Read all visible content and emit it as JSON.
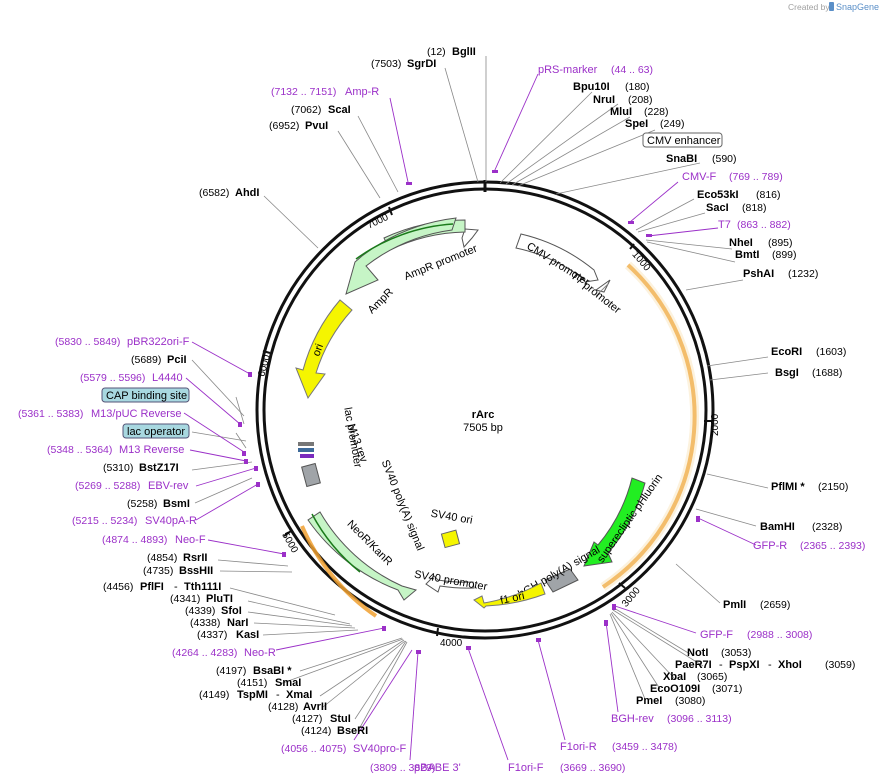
{
  "header": {
    "created_by": "Created by",
    "brand": "SnapGene"
  },
  "plasmid": {
    "name": "rArc",
    "length_label": "7505 bp"
  },
  "ticks": [
    "1000",
    "2000",
    "3000",
    "4000",
    "5000",
    "6000",
    "7000"
  ],
  "sites": [
    {
      "name": "BglII",
      "pos": "(12)"
    },
    {
      "name": "SgrDI",
      "pos": "(7503)"
    },
    {
      "name": "ScaI",
      "pos": "(7062)"
    },
    {
      "name": "PvuI",
      "pos": "(6952)"
    },
    {
      "name": "AhdI",
      "pos": "(6582)"
    },
    {
      "name": "Bpu10I",
      "pos": "(180)"
    },
    {
      "name": "NruI",
      "pos": "(208)"
    },
    {
      "name": "MluI",
      "pos": "(228)"
    },
    {
      "name": "SpeI",
      "pos": "(249)"
    },
    {
      "name": "SnaBI",
      "pos": "(590)"
    },
    {
      "name": "Eco53kI",
      "pos": "(816)"
    },
    {
      "name": "SacI",
      "pos": "(818)"
    },
    {
      "name": "NheI",
      "pos": "(895)"
    },
    {
      "name": "BmtI",
      "pos": "(899)"
    },
    {
      "name": "PshAI",
      "pos": "(1232)"
    },
    {
      "name": "EcoRI",
      "pos": "(1603)"
    },
    {
      "name": "BsgI",
      "pos": "(1688)"
    },
    {
      "name": "PflMI *",
      "pos": "(2150)"
    },
    {
      "name": "BamHI",
      "pos": "(2328)"
    },
    {
      "name": "PmlI",
      "pos": "(2659)"
    },
    {
      "name": "NotI",
      "pos": "(3053)"
    },
    {
      "name": "PaeR7I",
      "pos": ""
    },
    {
      "name": "PspXI",
      "pos": ""
    },
    {
      "name": "XhoI",
      "pos": "(3059)"
    },
    {
      "name": "XbaI",
      "pos": "(3065)"
    },
    {
      "name": "EcoO109I",
      "pos": "(3071)"
    },
    {
      "name": "PmeI",
      "pos": "(3080)"
    },
    {
      "name": "PciI",
      "pos": "(5689)"
    },
    {
      "name": "BstZ17I",
      "pos": "(5310)"
    },
    {
      "name": "BsmI",
      "pos": "(5258)"
    },
    {
      "name": "RsrII",
      "pos": "(4854)"
    },
    {
      "name": "BssHII",
      "pos": "(4735)"
    },
    {
      "name": "PflFI",
      "pos": "(4456)"
    },
    {
      "name": "Tth111I",
      "pos": ""
    },
    {
      "name": "PluTI",
      "pos": "(4341)"
    },
    {
      "name": "SfoI",
      "pos": "(4339)"
    },
    {
      "name": "NarI",
      "pos": "(4338)"
    },
    {
      "name": "KasI",
      "pos": "(4337)"
    },
    {
      "name": "BsaBI *",
      "pos": "(4197)"
    },
    {
      "name": "SmaI",
      "pos": "(4151)"
    },
    {
      "name": "TspMI",
      "pos": "(4149)"
    },
    {
      "name": "XmaI",
      "pos": ""
    },
    {
      "name": "AvrII",
      "pos": "(4128)"
    },
    {
      "name": "StuI",
      "pos": "(4127)"
    },
    {
      "name": "BseRI",
      "pos": "(4124)"
    }
  ],
  "primers": [
    {
      "name": "pRS-marker",
      "pos": "(44 .. 63)"
    },
    {
      "name": "Amp-R",
      "pos": "(7132 .. 7151)"
    },
    {
      "name": "CMV-F",
      "pos": "(769 .. 789)"
    },
    {
      "name": "T7",
      "pos": "(863 .. 882)"
    },
    {
      "name": "GFP-R",
      "pos": "(2365 .. 2393)"
    },
    {
      "name": "GFP-F",
      "pos": "(2988 .. 3008)"
    },
    {
      "name": "BGH-rev",
      "pos": "(3096 .. 3113)"
    },
    {
      "name": "F1ori-R",
      "pos": "(3459 .. 3478)"
    },
    {
      "name": "F1ori-F",
      "pos": "(3669 .. 3690)"
    },
    {
      "name": "pBABE 3'",
      "pos": "(3809 .. 3829)"
    },
    {
      "name": "SV40pro-F",
      "pos": "(4056 .. 4075)"
    },
    {
      "name": "Neo-R",
      "pos": "(4264 .. 4283)"
    },
    {
      "name": "Neo-F",
      "pos": "(4874 .. 4893)"
    },
    {
      "name": "SV40pA-R",
      "pos": "(5215 .. 5234)"
    },
    {
      "name": "EBV-rev",
      "pos": "(5269 .. 5288)"
    },
    {
      "name": "M13 Reverse",
      "pos": "(5348 .. 5364)"
    },
    {
      "name": "M13/pUC Reverse",
      "pos": "(5361 .. 5383)"
    },
    {
      "name": "L4440",
      "pos": "(5579 .. 5596)"
    },
    {
      "name": "pBR322ori-F",
      "pos": "(5830 .. 5849)"
    }
  ],
  "boxed_features": {
    "cmv_enhancer": "CMV enhancer",
    "cap_binding_site": "CAP binding site",
    "lac_operator": "lac operator"
  },
  "features": {
    "ampr_promoter": "AmpR promoter",
    "ampr": "AmpR",
    "ori": "ori",
    "cmv_promoter": "CMV promoter",
    "t7_promoter": "T7 promoter",
    "lac_promoter": "lac promoter",
    "m13_rev": "M13 rev",
    "sv40_polya": "SV40 poly(A) signal",
    "neor_kanr": "NeoR/KanR",
    "sv40_ori": "SV40 ori",
    "sv40_promoter": "SV40 promoter",
    "f1_ori": "f1 ori",
    "bgh_polya": "bGH poly(A) signal",
    "superecliptic": "superecliptic pHluorin"
  },
  "colors": {
    "backbone": "#111111",
    "primer": "#9b30c8",
    "ampr": "#c6f5c6",
    "ori": "#f5f500",
    "gfp": "#22ee22",
    "orange_arc": "#f0a030",
    "gray_feature": "#a0a4a8",
    "cap_box": "#a8d8e0"
  }
}
